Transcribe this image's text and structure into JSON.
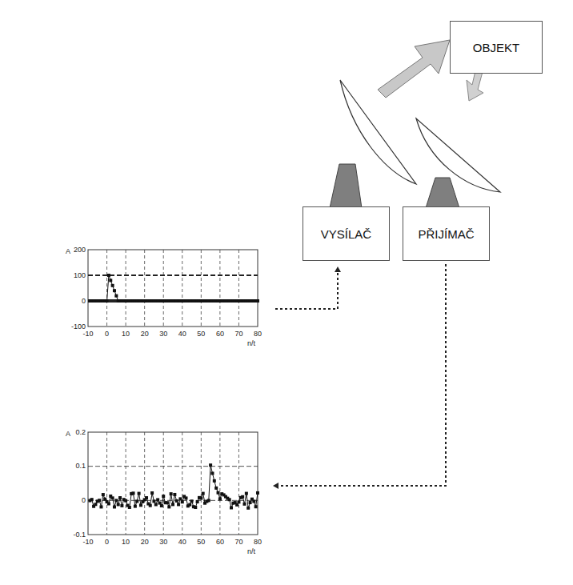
{
  "diagram": {
    "nodes": [
      {
        "text": [
          "OBJEKT"
        ]
      },
      {
        "text": [
          "VYSÍLAČ"
        ]
      },
      {
        "text": [
          "PŘIJÍMAČ"
        ]
      }
    ],
    "labels": [
      "A",
      "200",
      "100",
      "0",
      "-100",
      "-10",
      "0",
      "10",
      "20",
      "30",
      "40",
      "50",
      "60",
      "70",
      "80",
      "n/t",
      "A",
      "0.2",
      "0.1",
      "0",
      "-0.1",
      "-10",
      "0",
      "10",
      "20",
      "30",
      "40",
      "50",
      "60",
      "70",
      "80",
      "n/t"
    ]
  }
}
